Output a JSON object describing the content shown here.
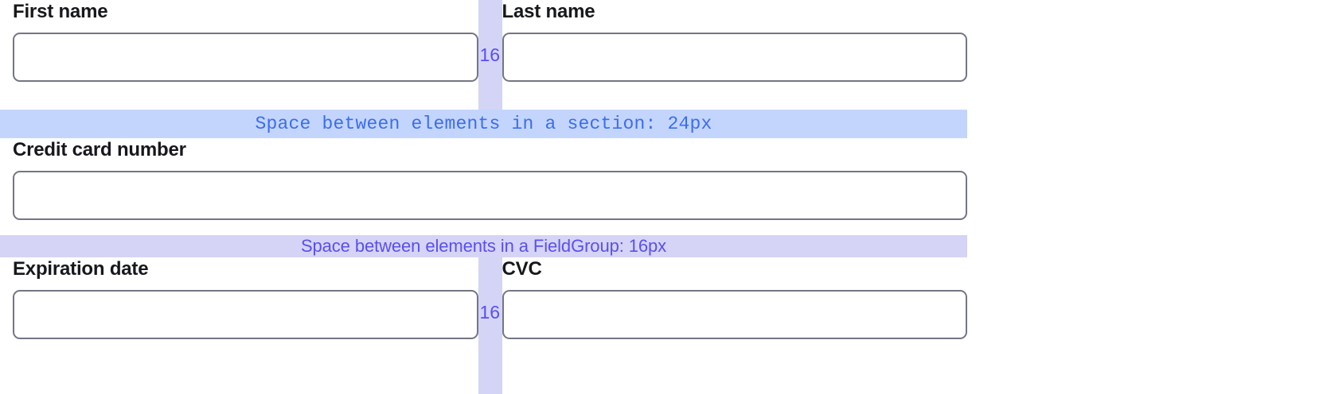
{
  "spacing_demo": {
    "rows": [
      {
        "id": "name-row",
        "type": "two-column",
        "gap_label": "16",
        "columns": [
          {
            "id": "first-name",
            "label": "First name",
            "value": "",
            "placeholder": ""
          },
          {
            "id": "last-name",
            "label": "Last name",
            "value": "",
            "placeholder": ""
          }
        ]
      },
      {
        "id": "card-row",
        "type": "one-column",
        "columns": [
          {
            "id": "credit-card-number",
            "label": "Credit card number",
            "value": "",
            "placeholder": ""
          }
        ]
      },
      {
        "id": "expiry-row",
        "type": "two-column",
        "gap_label": "16",
        "columns": [
          {
            "id": "expiration-date",
            "label": "Expiration date",
            "value": "",
            "placeholder": ""
          },
          {
            "id": "cvc",
            "label": "CVC",
            "value": "",
            "placeholder": ""
          }
        ]
      }
    ],
    "annotations": {
      "section_spacing": "Space between elements in a section: 24px",
      "fieldgroup_spacing": "Space between elements in a FieldGroup: 16px"
    },
    "colors": {
      "section_band_bg": "#c4d5fd",
      "section_band_text": "#3a6ef0",
      "fieldgroup_band_bg": "#d5d4f6",
      "fieldgroup_band_text": "#5b4ff0",
      "gap_band_bg": "#d4d4f7",
      "gap_label_text": "#5b4ff0",
      "input_border": "#737684",
      "label_text": "#16181d"
    }
  }
}
